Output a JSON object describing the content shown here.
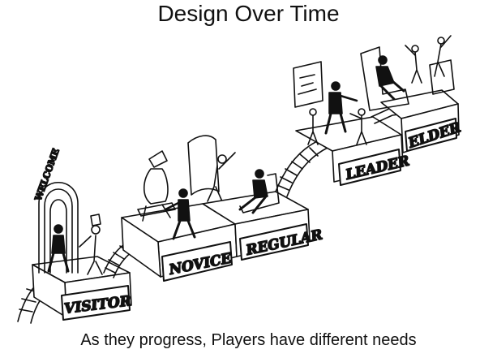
{
  "title": "Design Over Time",
  "caption": "As they progress, Players have different needs",
  "welcome_sign": "WELCOME",
  "stages": [
    {
      "label": "VISITOR"
    },
    {
      "label": "NOVICE"
    },
    {
      "label": "REGULAR"
    },
    {
      "label": "LEADER"
    },
    {
      "label": "ELDER"
    }
  ],
  "colors": {
    "ink": "#111111",
    "paper": "#ffffff"
  }
}
